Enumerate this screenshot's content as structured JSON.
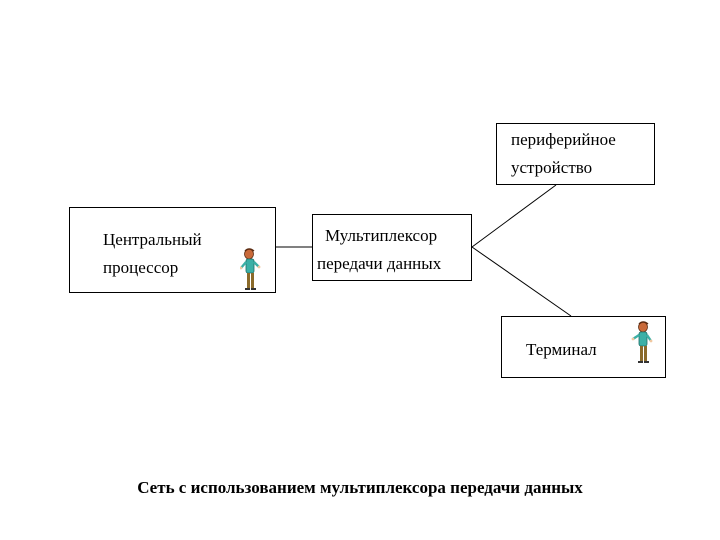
{
  "nodes": {
    "cpu": {
      "label_line1": "Центральный",
      "label_line2": "процессор"
    },
    "mux": {
      "label_line1": "Мультиплексор",
      "label_line2": "передачи данных"
    },
    "peripheral": {
      "label_line1": "периферийное",
      "label_line2": "устройство"
    },
    "terminal": {
      "label": "Терминал"
    }
  },
  "caption": "Сеть с использованием мультиплексора передачи данных",
  "icons": {
    "user_figure": "person-icon"
  }
}
